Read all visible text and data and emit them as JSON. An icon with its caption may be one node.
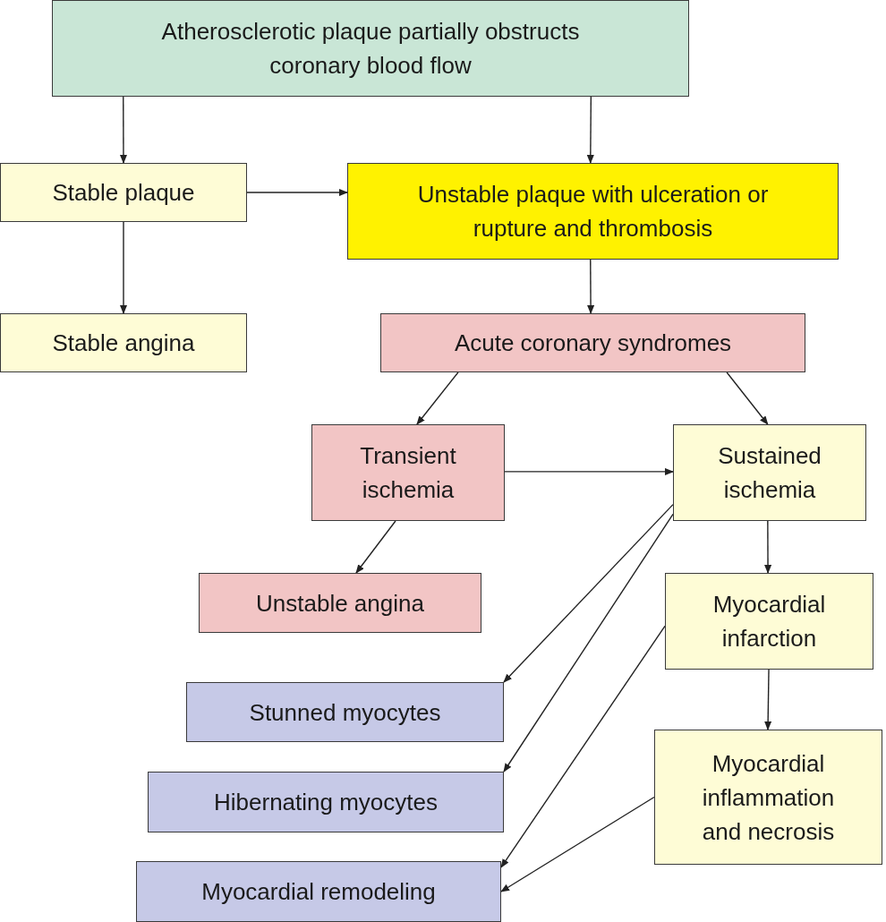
{
  "diagram": {
    "nodes": [
      {
        "text": [
          "Atherosclerotic plaque partially obstructs coronary blood flow"
        ]
      },
      {
        "text": [
          "Stable plaque"
        ]
      },
      {
        "text": [
          "Unstable plaque with ulceration or rupture and thrombosis"
        ]
      },
      {
        "text": [
          "Stable angina"
        ]
      },
      {
        "text": [
          "Acute coronary syndromes"
        ]
      },
      {
        "text": [
          "Transient ischemia"
        ]
      },
      {
        "text": [
          "Sustained ischemia"
        ]
      },
      {
        "text": [
          "Unstable angina"
        ]
      },
      {
        "text": [
          "Myocardial infarction"
        ]
      },
      {
        "text": [
          "Stunned myocytes"
        ]
      },
      {
        "text": [
          "Myocardial inflammation and necrosis"
        ]
      },
      {
        "text": [
          "Hibernating myocytes"
        ]
      },
      {
        "text": [
          "Myocardial remodeling"
        ]
      }
    ],
    "edges": [
      {
        "from": 0,
        "to": 1,
        "arrow": "to"
      },
      {
        "from": 0,
        "to": 2,
        "arrow": "to"
      },
      {
        "from": 1,
        "to": 2,
        "arrow": "to"
      },
      {
        "from": 1,
        "to": 3,
        "arrow": "to"
      },
      {
        "from": 2,
        "to": 4,
        "arrow": "to"
      },
      {
        "from": 4,
        "to": 5,
        "arrow": "to"
      },
      {
        "from": 4,
        "to": 6,
        "arrow": "to"
      },
      {
        "from": 5,
        "to": 6,
        "arrow": "to"
      },
      {
        "from": 5,
        "to": 7,
        "arrow": "to"
      },
      {
        "from": 6,
        "to": 8,
        "arrow": "to"
      },
      {
        "from": 6,
        "to": 9,
        "arrow": "to"
      },
      {
        "from": 6,
        "to": 11,
        "arrow": "to"
      },
      {
        "from": 8,
        "to": 10,
        "arrow": "to"
      },
      {
        "from": 8,
        "to": 12,
        "arrow": "to"
      },
      {
        "from": 10,
        "to": 12,
        "arrow": "to"
      }
    ]
  }
}
